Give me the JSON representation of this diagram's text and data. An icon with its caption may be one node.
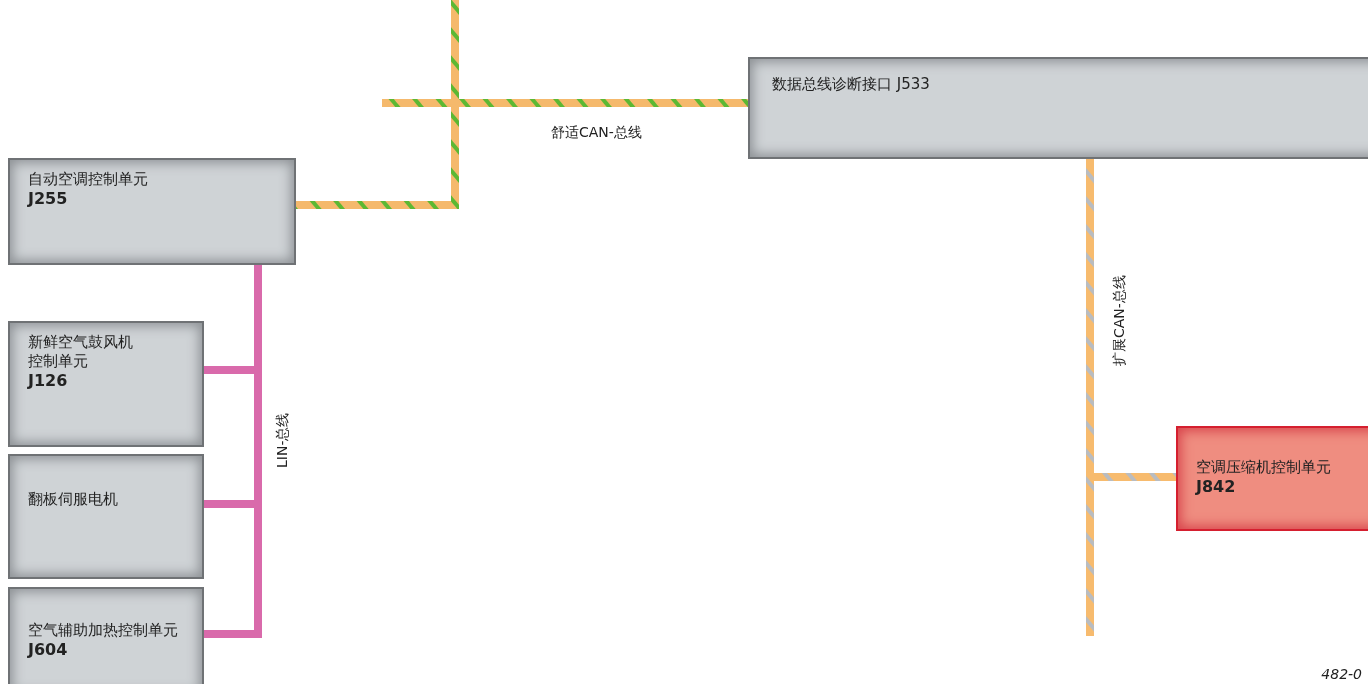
{
  "diagram": {
    "nodes": [
      {
        "text": [
          "自动空调控制单元",
          "J255"
        ]
      },
      {
        "text": [
          "数据总线诊断接口 J533"
        ]
      },
      {
        "text": [
          "新鲜空气鼓风机控制单元",
          "J126"
        ]
      },
      {
        "text": [
          "翻板伺服电机"
        ]
      },
      {
        "text": [
          "空气辅助加热控制单元",
          "J604"
        ]
      },
      {
        "text": [
          "空调压缩机控制单元",
          "J842"
        ]
      }
    ],
    "edges": [
      {
        "from": 0,
        "to": 1,
        "arrow": "none",
        "label": "舒适CAN-总线",
        "color": "#f5b96c"
      },
      {
        "from": null,
        "to": 1,
        "arrow": "none",
        "color": "#f5b96c"
      },
      {
        "from": 0,
        "to": null,
        "arrow": "none",
        "color": "#f5b96c"
      },
      {
        "from": 1,
        "to": 5,
        "arrow": "none",
        "label": "扩展CAN-总线",
        "color": "#f7bb6e"
      },
      {
        "from": 1,
        "to": null,
        "arrow": "none",
        "color": "#f7bb6e"
      },
      {
        "from": 0,
        "to": 2,
        "arrow": "none",
        "color": "#d96aab"
      },
      {
        "from": 0,
        "to": 3,
        "arrow": "none",
        "label": "LIN-总线",
        "color": "#d96aab"
      },
      {
        "from": 0,
        "to": 4,
        "arrow": "none",
        "color": "#d96aab"
      }
    ],
    "labels": [
      "482-0"
    ]
  }
}
